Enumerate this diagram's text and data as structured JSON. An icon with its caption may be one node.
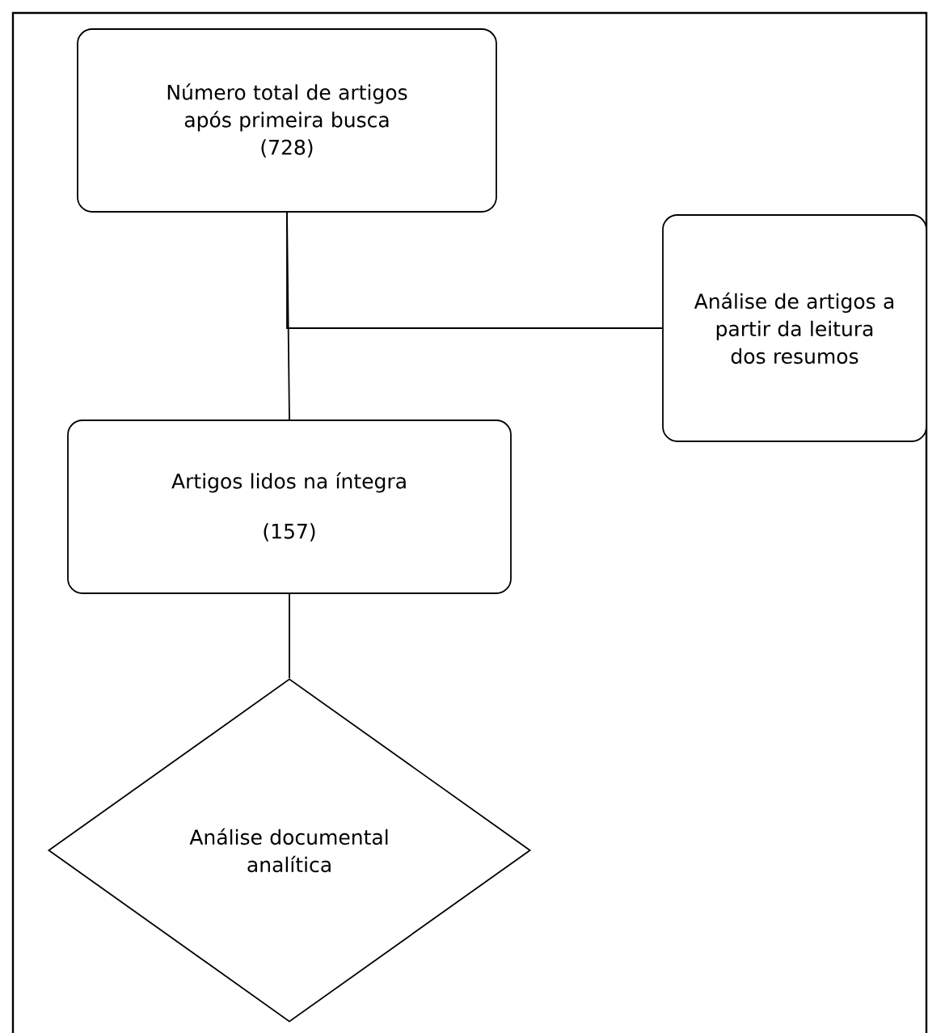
{
  "diagram": {
    "nodes": [
      {
        "text": [
          "Número total de artigos após primeira busca",
          "(728)"
        ]
      },
      {
        "text": [
          "Análise de artigos a partir da leitura dos resumos"
        ]
      },
      {
        "text": [
          "Artigos lidos na íntegra",
          "(157)"
        ]
      },
      {
        "text": [
          "Análise documental analítica"
        ]
      }
    ],
    "edges": [
      {
        "from": 0,
        "to": 2,
        "arrow": "none"
      },
      {
        "from": 0,
        "to": 1,
        "arrow": "none"
      },
      {
        "from": 2,
        "to": 3,
        "arrow": "none"
      }
    ]
  }
}
